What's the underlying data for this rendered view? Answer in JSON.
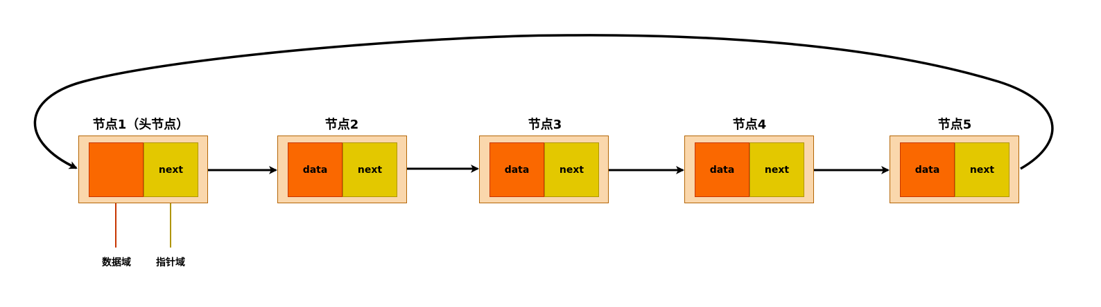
{
  "diagram": {
    "nodes": [
      {
        "title": "节点1（头节点）",
        "data_label": "",
        "next_label": "next"
      },
      {
        "title": "节点2",
        "data_label": "data",
        "next_label": "next"
      },
      {
        "title": "节点3",
        "data_label": "data",
        "next_label": "next"
      },
      {
        "title": "节点4",
        "data_label": "data",
        "next_label": "next"
      },
      {
        "title": "节点5",
        "data_label": "data",
        "next_label": "next"
      }
    ],
    "annotations": {
      "data_field_label": "数据域",
      "pointer_field_label": "指针域"
    },
    "colors": {
      "node_background": "#fad7ac",
      "node_border": "#b46504",
      "data_cell": "#fa6800",
      "next_cell": "#e3c800",
      "data_field_arrow": "#c73500",
      "pointer_field_arrow": "#b09500",
      "link_arrow": "#000000"
    }
  }
}
